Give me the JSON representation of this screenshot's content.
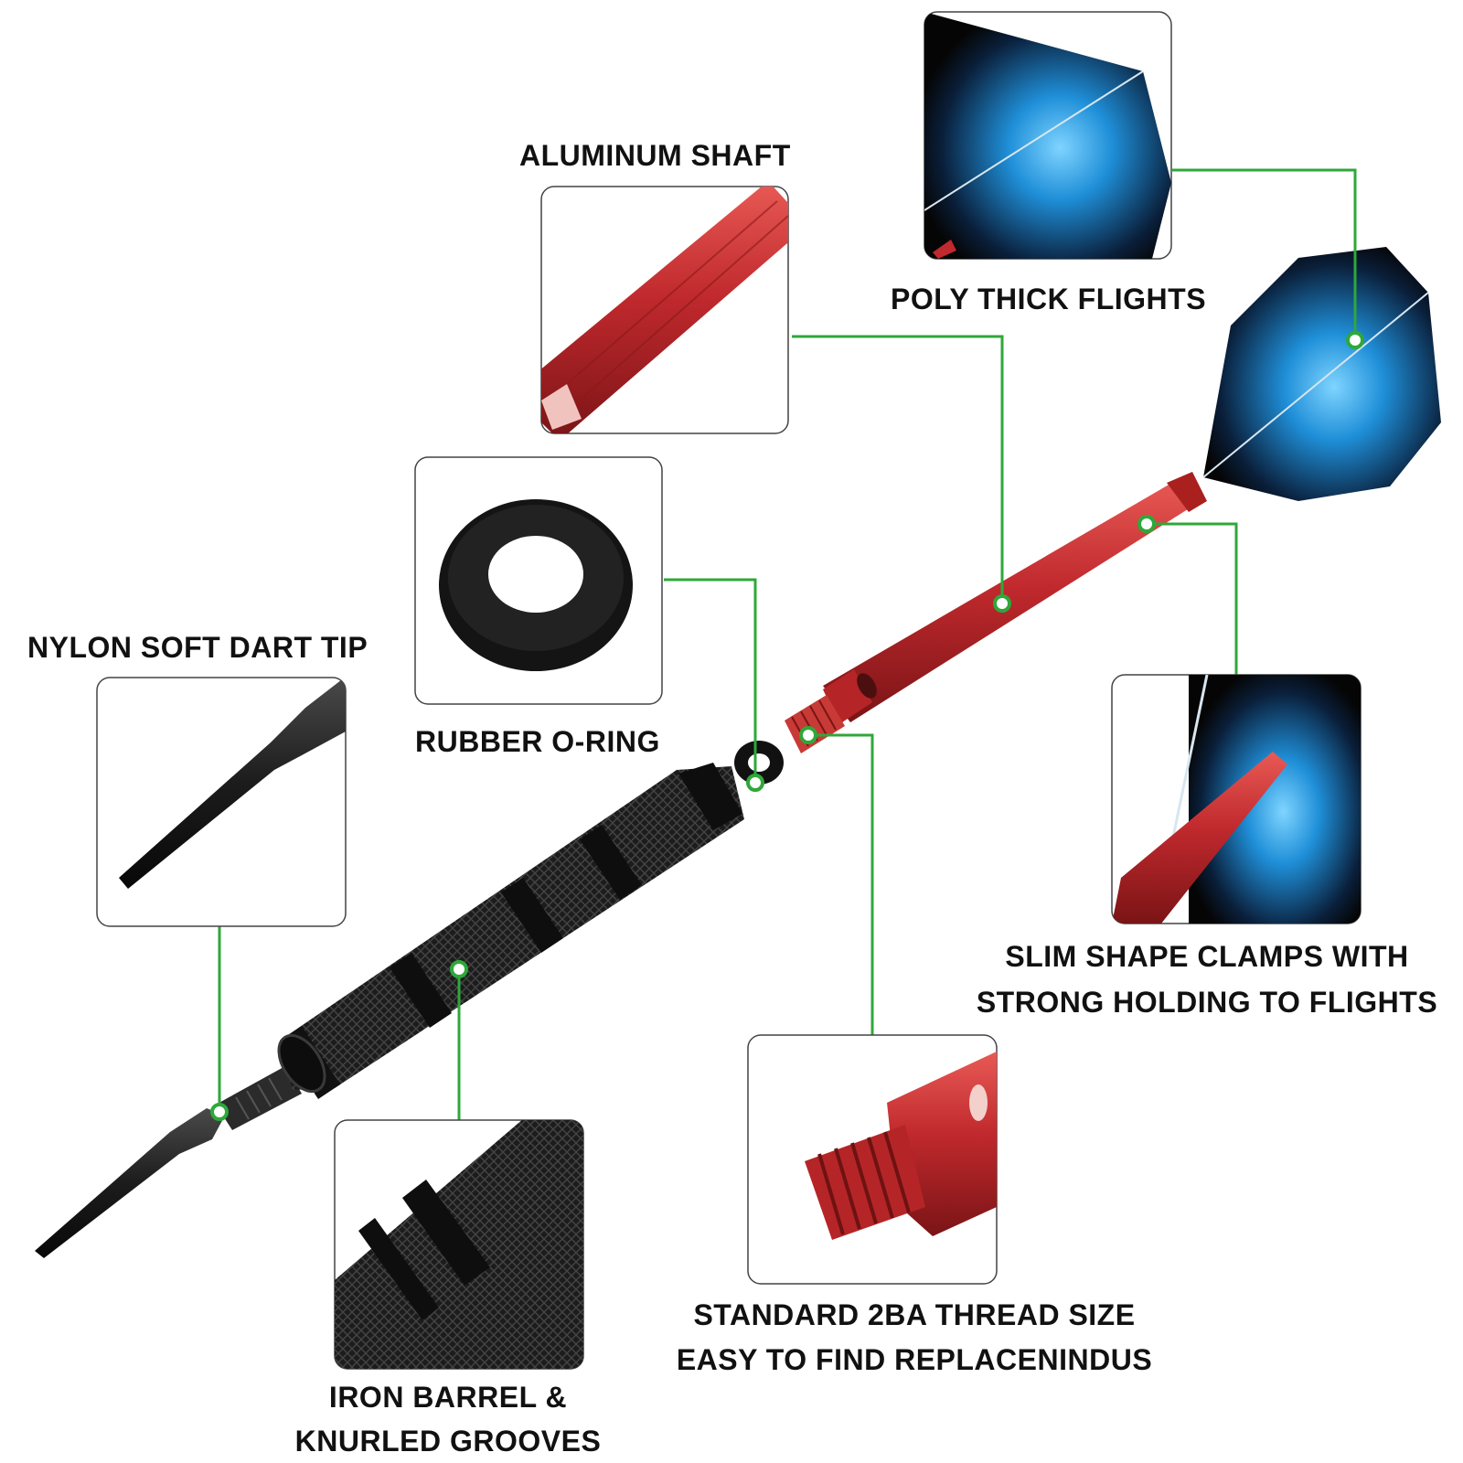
{
  "labels": {
    "aluminum_shaft": "ALUMINUM SHAFT",
    "poly_flights": "POLY THICK FLIGHTS",
    "nylon_tip": "NYLON SOFT DART TIP",
    "rubber_oring": "RUBBER O-RING",
    "slim_clamps_line1": "SLIM SHAPE CLAMPS WITH",
    "slim_clamps_line2": "STRONG HOLDING TO FLIGHTS",
    "thread_line1": "STANDARD 2BA THREAD SIZE",
    "thread_line2": "EASY TO FIND REPLACENINDUS",
    "barrel_line1": "IRON BARREL &",
    "barrel_line2": "KNURLED GROOVES"
  },
  "colors": {
    "leader": "#2ea83a",
    "shaft_red": "#c0292d",
    "barrel_black": "#1c1c1c",
    "flight_blue": "#1f8fd8",
    "frame": "#444444"
  }
}
